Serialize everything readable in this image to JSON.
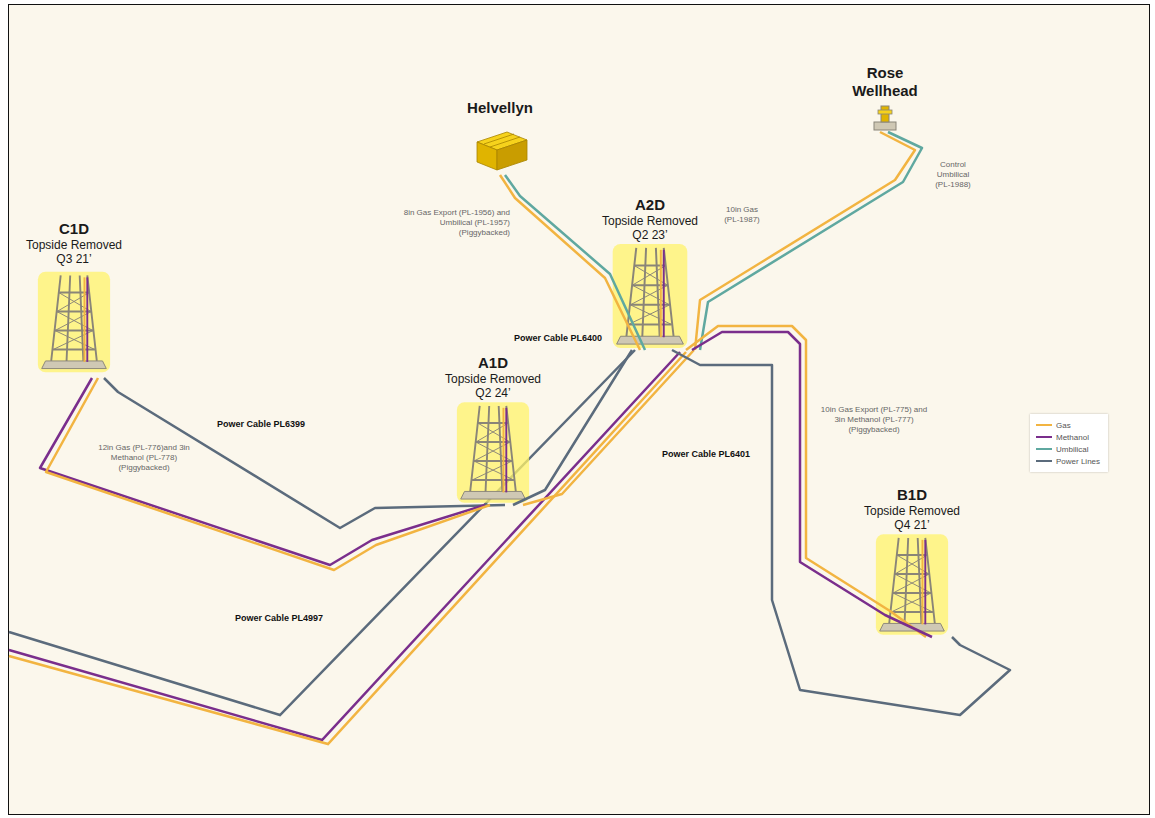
{
  "diagram": {
    "nodes": [
      {
        "text": [
          "Rose Wellhead"
        ]
      },
      {
        "text": [
          "Helvellyn"
        ]
      },
      {
        "text": [
          "A2D",
          "Topside Removed Q2 23’"
        ]
      },
      {
        "text": [
          "C1D",
          "Topside Removed Q3 21’"
        ]
      },
      {
        "text": [
          "A1D",
          "Topside Removed Q2 24’"
        ]
      },
      {
        "text": [
          "B1D",
          "Topside Removed Q4 21’"
        ]
      }
    ],
    "edges": [
      {
        "from": 3,
        "to": 4,
        "arrow": "none",
        "label": "Power Cable PL6399"
      },
      {
        "from": 3,
        "to": 4,
        "arrow": "none"
      },
      {
        "from": 3,
        "to": 4,
        "arrow": "none"
      },
      {
        "from": 4,
        "to": 2,
        "arrow": "none",
        "label": "Power Cable PL6400"
      },
      {
        "from": 4,
        "to": 2,
        "arrow": "none"
      },
      {
        "from": 1,
        "to": 2,
        "arrow": "none"
      },
      {
        "from": 1,
        "to": 2,
        "arrow": "none"
      },
      {
        "from": 0,
        "to": 2,
        "arrow": "none"
      },
      {
        "from": 0,
        "to": 2,
        "arrow": "none"
      },
      {
        "from": 2,
        "to": 5,
        "arrow": "none"
      },
      {
        "from": 2,
        "to": 5,
        "arrow": "none"
      },
      {
        "from": 2,
        "to": 5,
        "arrow": "none",
        "label": "Power Cable PL6401"
      }
    ],
    "labels": [
      "8in Gas Export (PL-1956) and Umbilical (PL-1957) (Piggybacked)",
      "10in Gas (PL-1987)",
      "Control Umbilical (PL-1988)",
      "10in Gas Export (PL-775) and 3in Methanol (PL-777) (Piggybacked)",
      "12in Gas (PL-776)and 3in Methanol (PL-778) (Piggybacked)",
      "Power Cable PL4997"
    ],
    "legend": [
      {
        "text": "Gas"
      },
      {
        "text": "Methanol"
      },
      {
        "text": "Umbilical"
      },
      {
        "text": "Power Lines"
      }
    ]
  }
}
